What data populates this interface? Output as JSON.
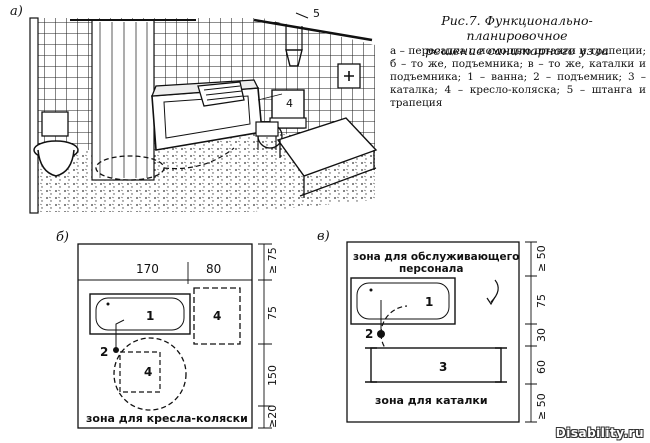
{
  "figure": {
    "caption_title_line1": "Рис.7. Функционально-планировочное",
    "caption_title_line2": "решение санитарного узла",
    "caption_body": "а – пересадка с помощью штанги и трапеции; б – то же, подъемника; в – то же, каталки и подъемника; 1 – ванна; 2 – подъемник; 3 – каталка; 4 – кресло-коляска; 5 – штанга и трапеция"
  },
  "panel_a": {
    "letter": "а)",
    "callout_4": "4",
    "callout_5": "5"
  },
  "panel_b": {
    "letter": "б)",
    "dim_width_1": "170",
    "dim_width_2": "80",
    "dim_right": [
      "≥ 75",
      "75",
      "150",
      "≥20"
    ],
    "label_bath": "1",
    "label_lift": "2",
    "label_chair_side": "4",
    "label_chair_bottom": "4",
    "zone_label": "зона для кресла-коляски"
  },
  "panel_v": {
    "letter": "в)",
    "zone_staff_line1": "зона для обслуживающего",
    "zone_staff_line2": "персонала",
    "dim_right": [
      "≥ 50",
      "75",
      "30",
      "60",
      "≥ 50"
    ],
    "label_bath": "1",
    "label_lift": "2",
    "label_trolley": "3",
    "zone_trolley": "зона для каталки"
  },
  "watermark": "Disability.ru"
}
